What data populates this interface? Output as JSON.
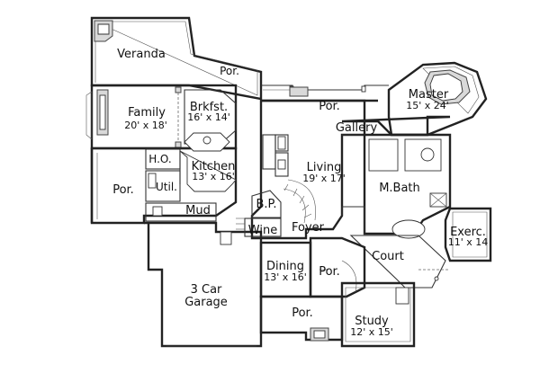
{
  "rooms": {
    "veranda": {
      "name": "Veranda"
    },
    "por_top": {
      "name": "Por."
    },
    "family": {
      "name": "Family",
      "size": "20' x 18'"
    },
    "brkfst": {
      "name": "Brkfst.",
      "size": "16' x 14'"
    },
    "por_mid": {
      "name": "Por."
    },
    "master": {
      "name": "Master",
      "size": "15' x 24'"
    },
    "gallery": {
      "name": "Gallery"
    },
    "ho": {
      "name": "H.O."
    },
    "kitchen": {
      "name": "Kitchen",
      "size": "13' x 16'"
    },
    "living": {
      "name": "Living",
      "size": "19' x 17'"
    },
    "mbath": {
      "name": "M.Bath"
    },
    "por_left": {
      "name": "Por."
    },
    "util": {
      "name": "Util."
    },
    "mud": {
      "name": "Mud"
    },
    "bp": {
      "name": "B.P."
    },
    "wine": {
      "name": "Wine"
    },
    "foyer": {
      "name": "Foyer"
    },
    "exerc": {
      "name": "Exerc.",
      "size": "11' x 14"
    },
    "court": {
      "name": "Court"
    },
    "dining": {
      "name": "Dining",
      "size": "13' x 16'"
    },
    "por_center": {
      "name": "Por."
    },
    "garage": {
      "name": "3 Car",
      "size": "Garage"
    },
    "por_bottom": {
      "name": "Por."
    },
    "study": {
      "name": "Study",
      "size": "12' x 15'"
    }
  }
}
